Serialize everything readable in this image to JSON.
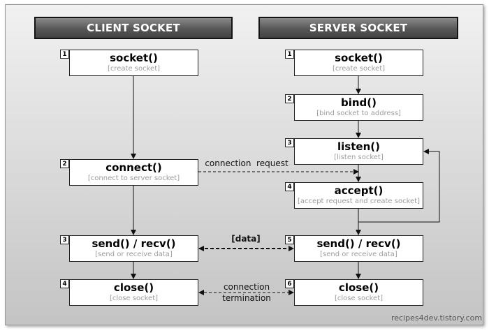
{
  "client": {
    "title": "CLIENT SOCKET",
    "steps": [
      {
        "num": "1",
        "name": "socket()",
        "desc": "[create socket]"
      },
      {
        "num": "2",
        "name": "connect()",
        "desc": "[connect to server socket]"
      },
      {
        "num": "3",
        "name": "send() / recv()",
        "desc": "[send or receive data]"
      },
      {
        "num": "4",
        "name": "close()",
        "desc": "[close socket]"
      }
    ]
  },
  "server": {
    "title": "SERVER SOCKET",
    "steps": [
      {
        "num": "1",
        "name": "socket()",
        "desc": "[create socket]"
      },
      {
        "num": "2",
        "name": "bind()",
        "desc": "[bind socket to address]"
      },
      {
        "num": "3",
        "name": "listen()",
        "desc": "[listen socket]"
      },
      {
        "num": "4",
        "name": "accept()",
        "desc": "[accept request and create socket]"
      },
      {
        "num": "5",
        "name": "send() / recv()",
        "desc": "[send or receive data]"
      },
      {
        "num": "6",
        "name": "close()",
        "desc": "[close socket]"
      }
    ]
  },
  "edges": {
    "connection_request": "connection  request",
    "data": "[data]",
    "connection_termination_line1": "connection",
    "connection_termination_line2": "termination"
  },
  "footer": "recipes4dev.tistory.com"
}
